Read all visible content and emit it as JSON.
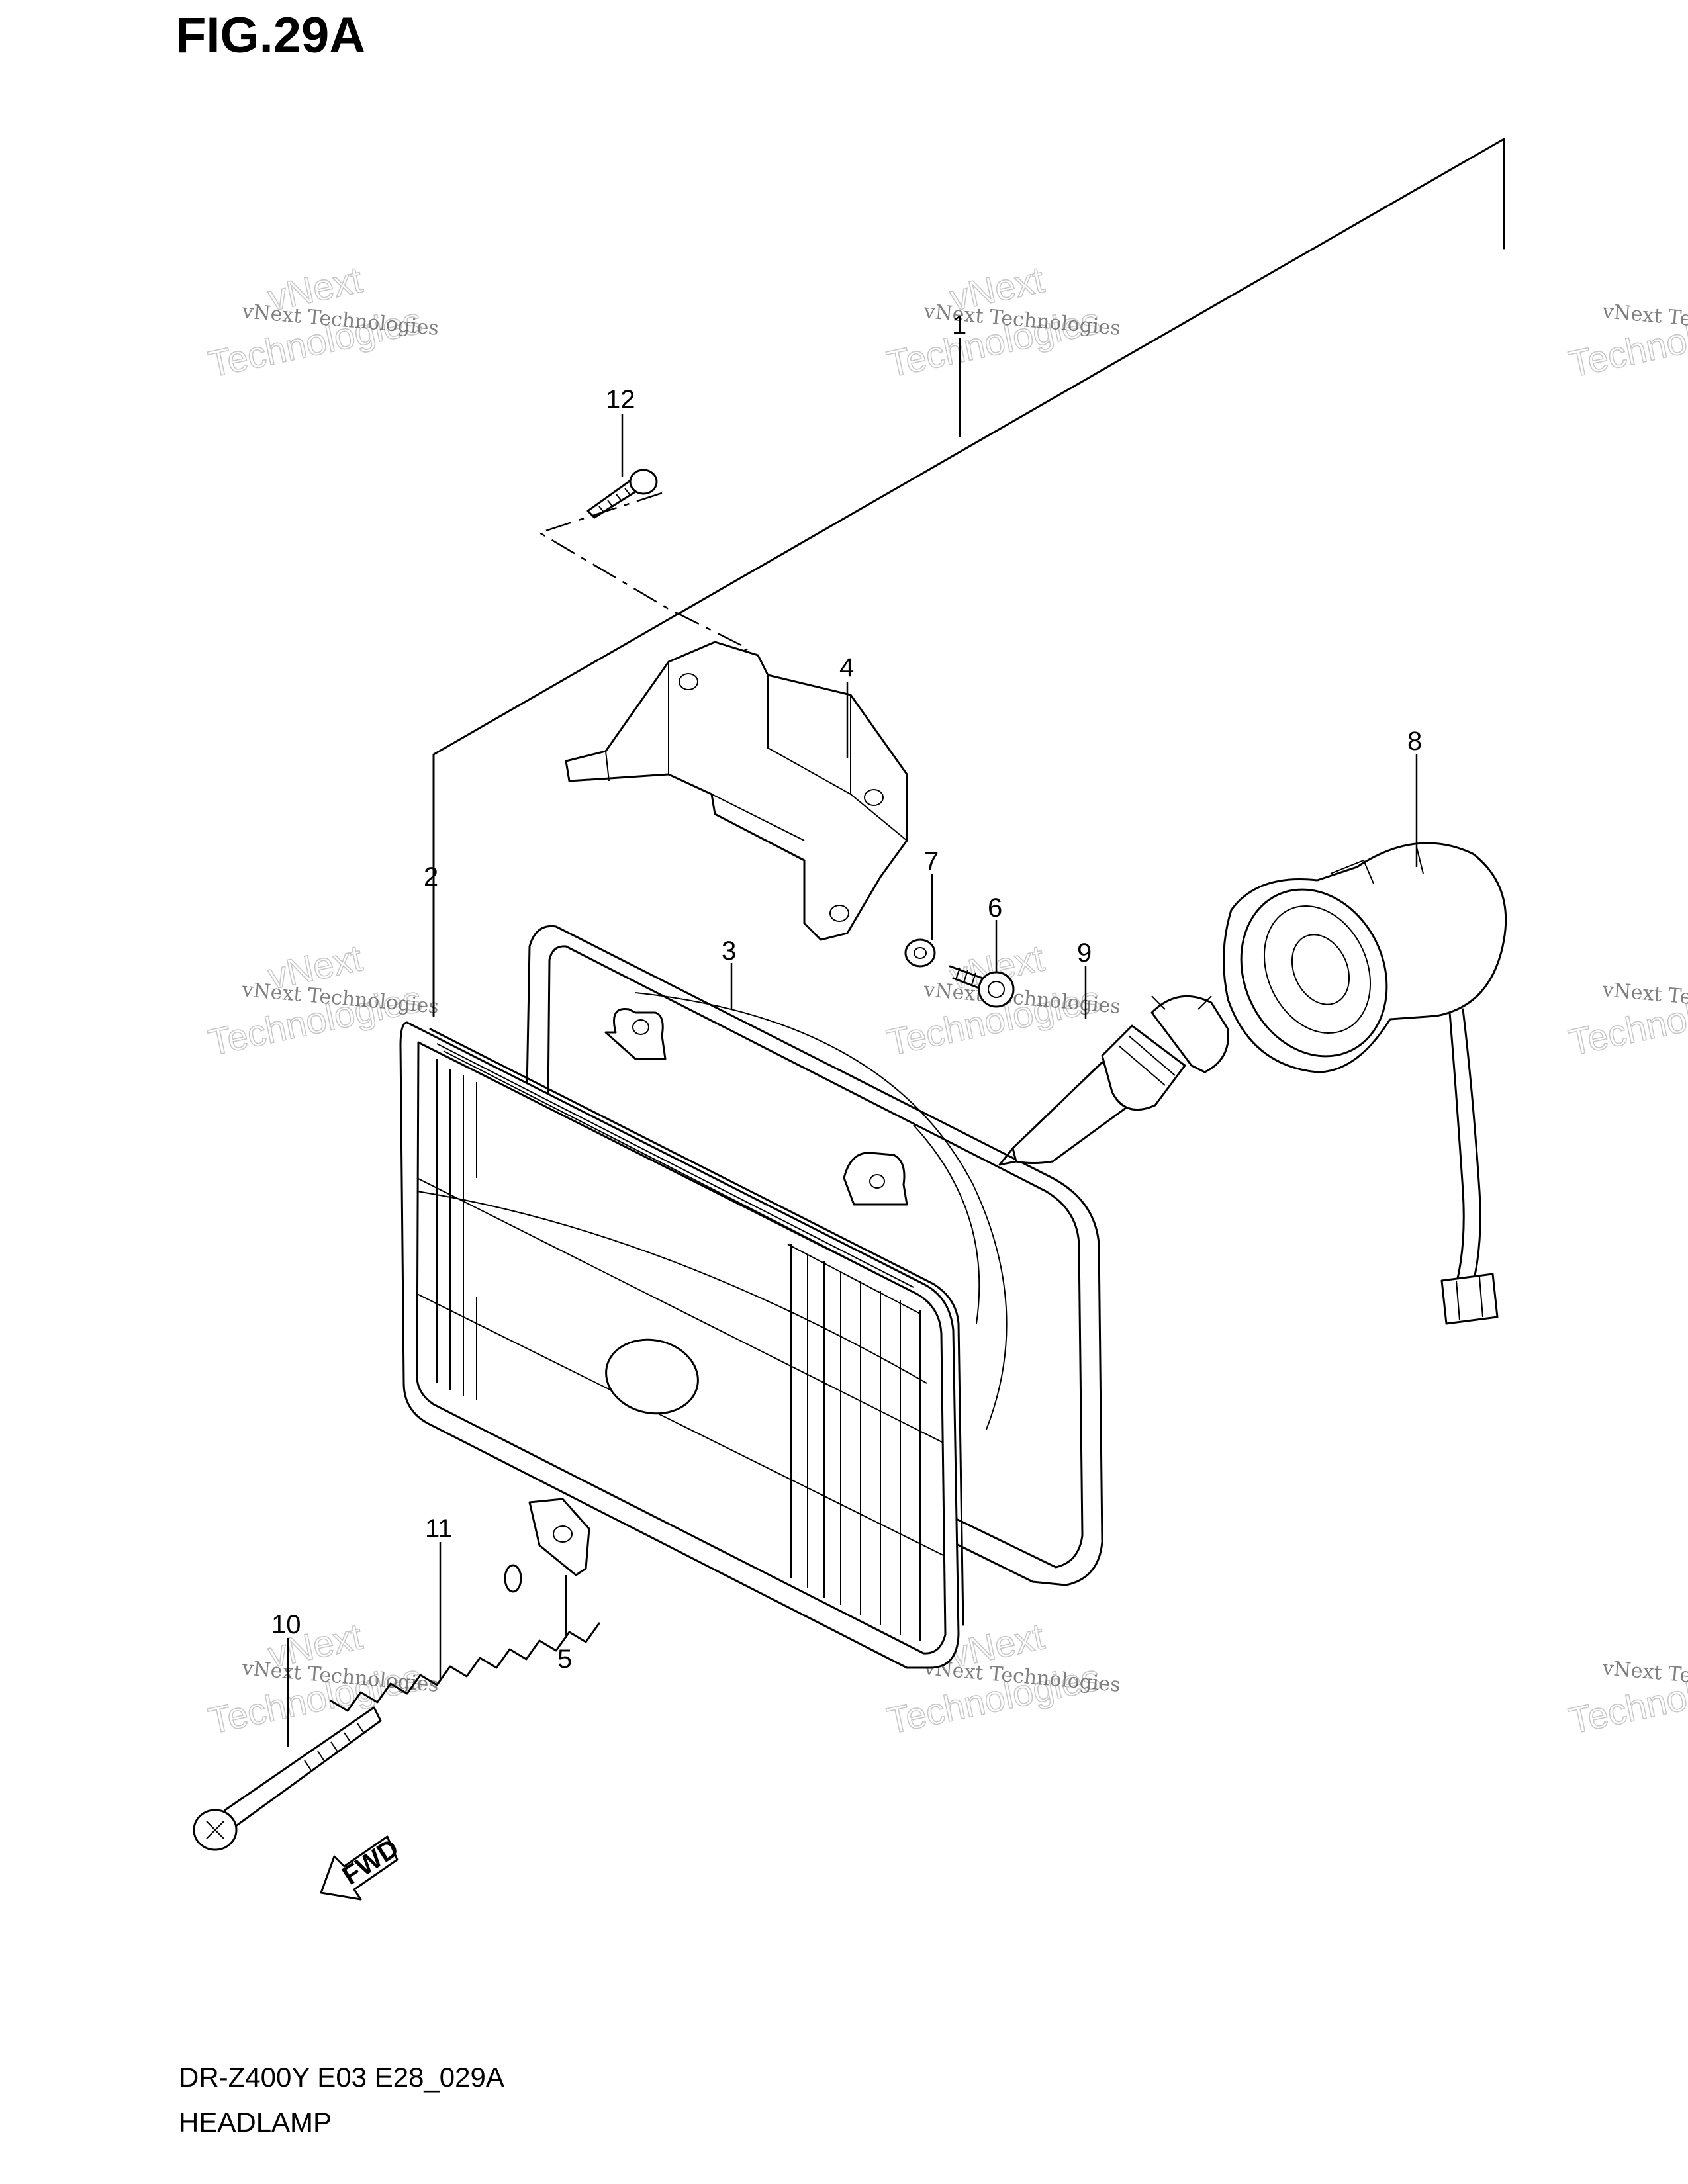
{
  "figure": {
    "title": "FIG.29A"
  },
  "callouts": [
    "1",
    "2",
    "3",
    "4",
    "5",
    "6",
    "7",
    "8",
    "9",
    "10",
    "11",
    "12"
  ],
  "watermark": {
    "line1": "vNext Technologies",
    "line2": "vNext",
    "line3": "Technologies"
  },
  "fwd_label": "FWD",
  "footer": {
    "code": "DR-Z400Y E03 E28_029A",
    "name": "HEADLAMP"
  }
}
